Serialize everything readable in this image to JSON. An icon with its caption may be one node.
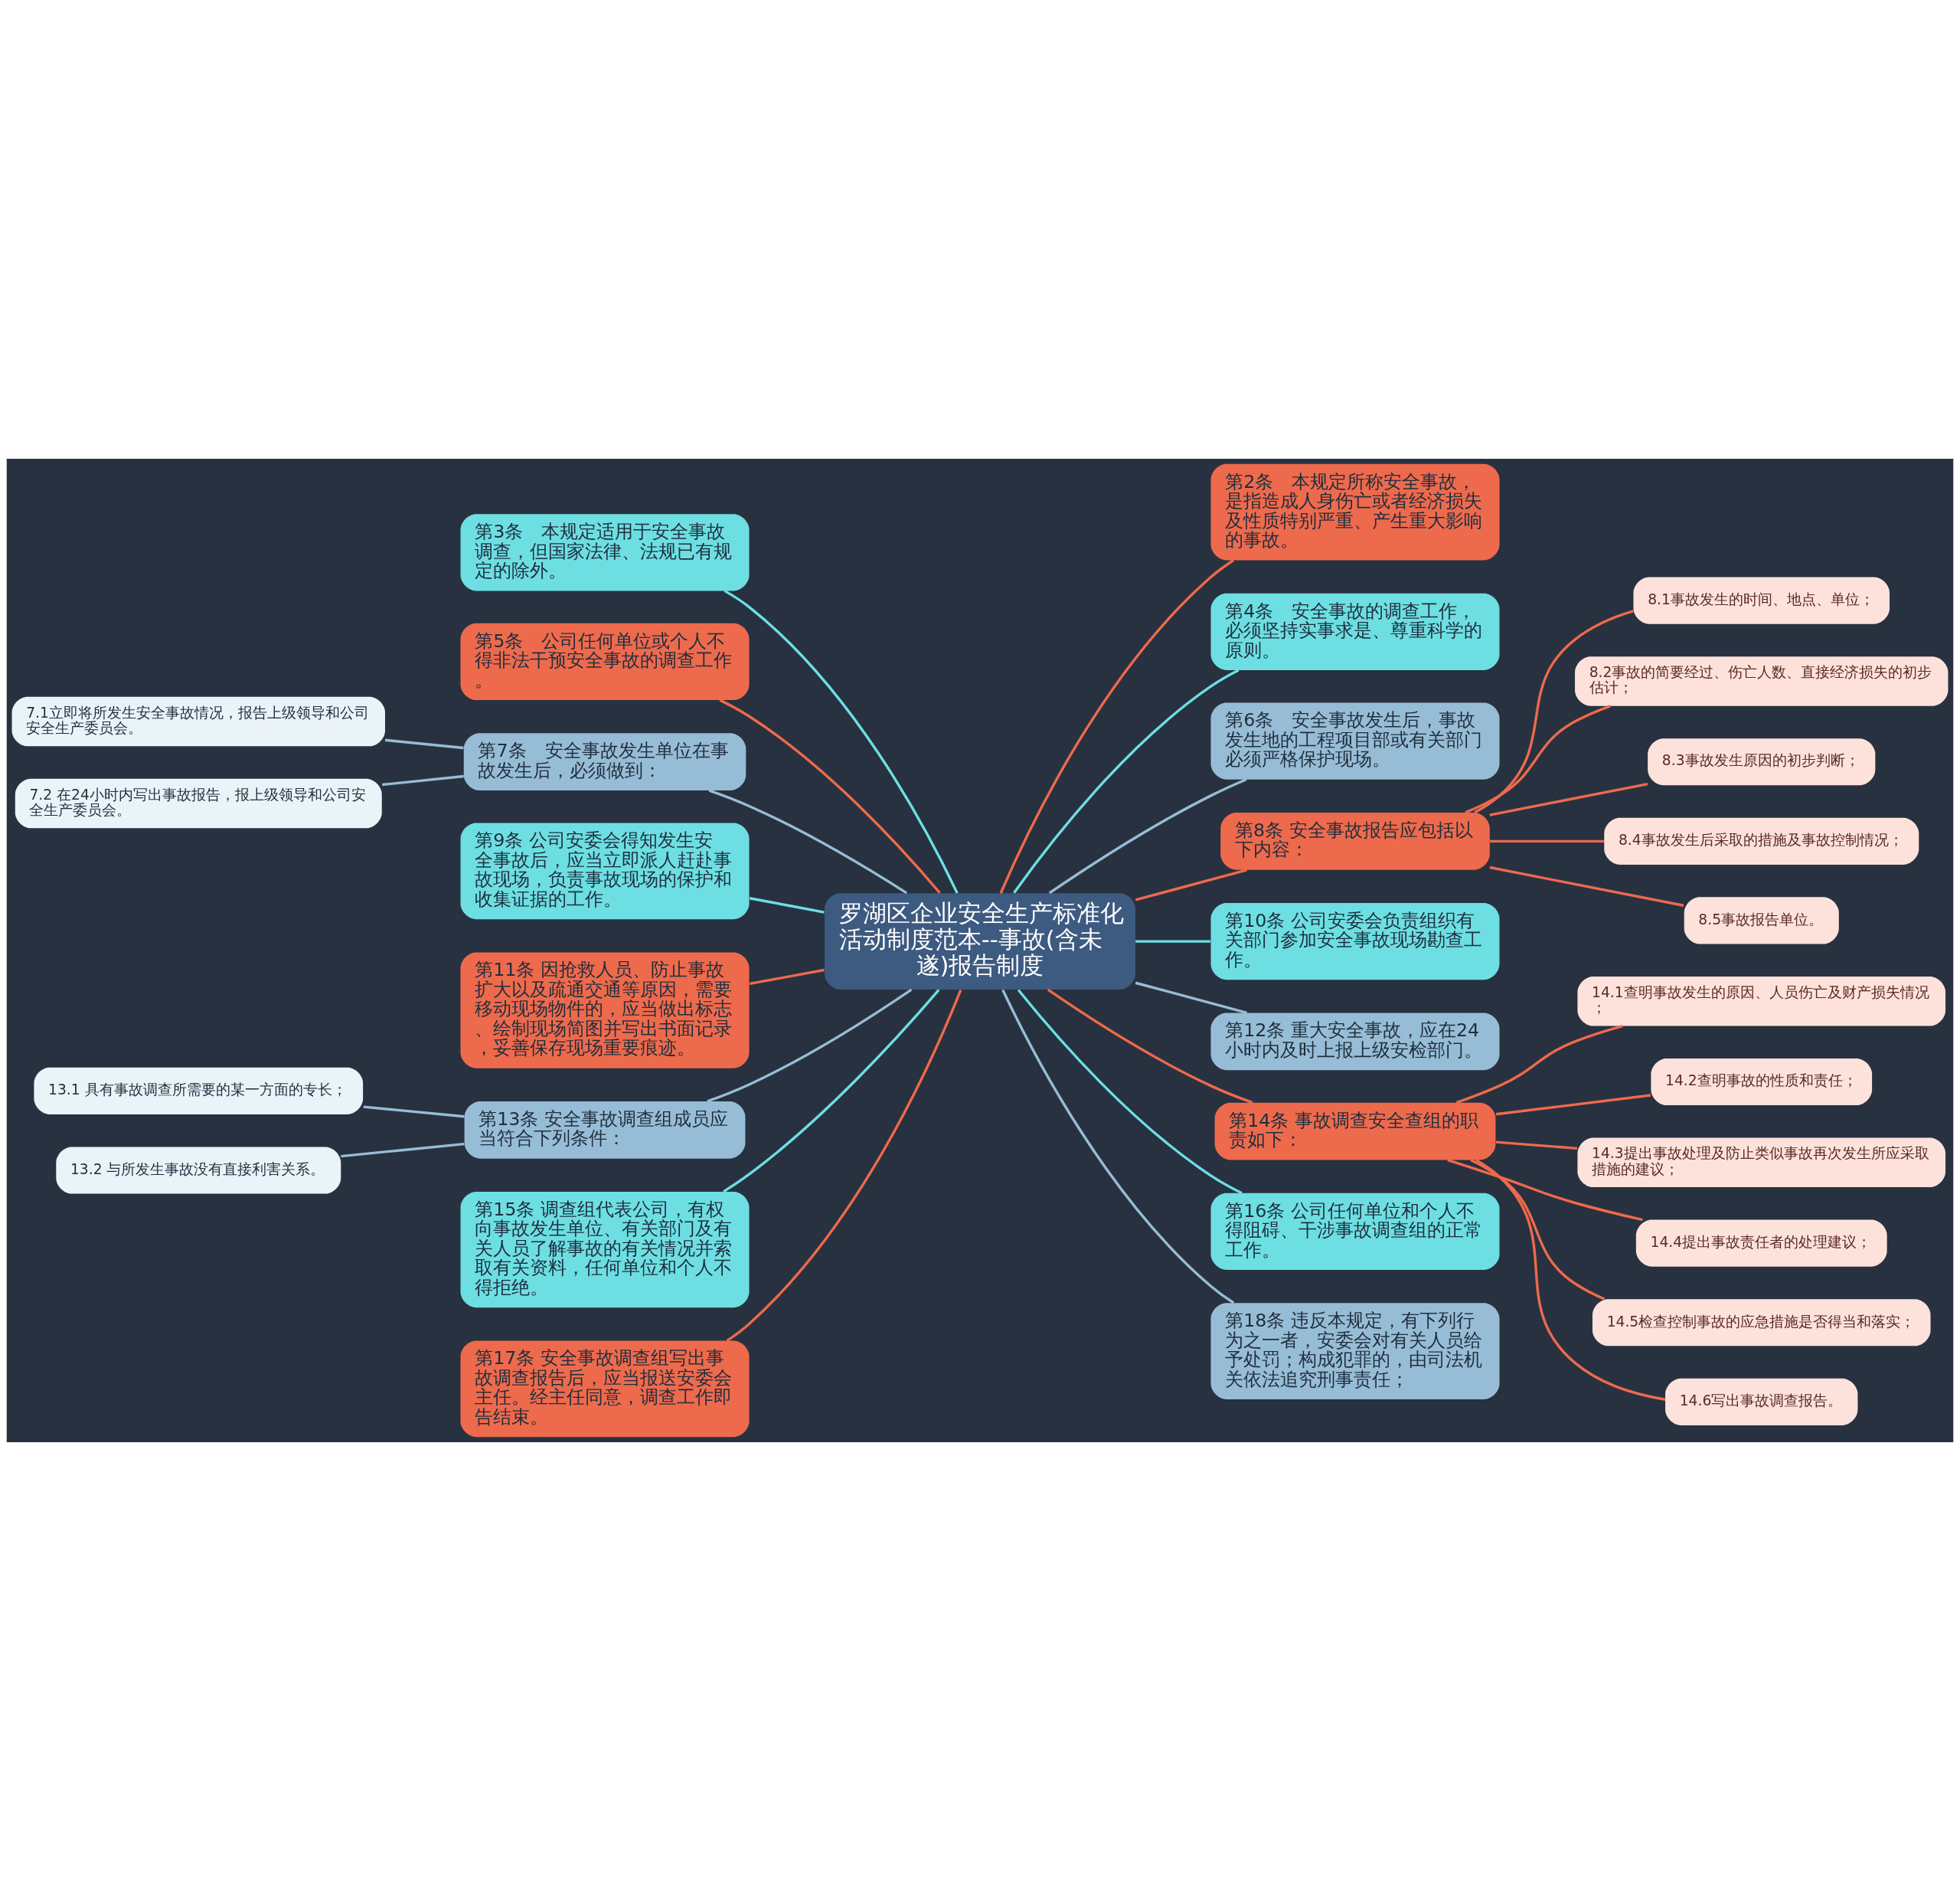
{
  "diagram": {
    "nodes": [
      {
        "text": [
          "罗湖区企业安全生产标准化活动制度范本--事故(含未遂)报告制度"
        ]
      },
      {
        "text": [
          "第3条　本规定适用于安全事故调查，但国家法律、法规已有规定的除外。"
        ]
      },
      {
        "text": [
          "第5条　公司任何单位或个人不得非法干预安全事故的调查工作。"
        ]
      },
      {
        "text": [
          "第7条　安全事故发生单位在事故发生后，必须做到："
        ]
      },
      {
        "text": [
          "7.1立即将所发生安全事故情况，报告上级领导和公司安全生产委员会。"
        ]
      },
      {
        "text": [
          "7.2 在24小时内写出事故报告，报上级领导和公司安全生产委员会。"
        ]
      },
      {
        "text": [
          "第9条 公司安委会得知发生安全事故后，应当立即派人赶赴事故现场，负责事故现场的保护和收集证据的工作。"
        ]
      },
      {
        "text": [
          "第11条 因抢救人员、防止事故扩大以及疏通交通等原因，需要移动现场物件的，应当做出标志、绘制现场简图并写出书面记录，妥善保存现场重要痕迹。"
        ]
      },
      {
        "text": [
          "第13条 安全事故调查组成员应当符合下列条件："
        ]
      },
      {
        "text": [
          "13.1 具有事故调查所需要的某一方面的专长；"
        ]
      },
      {
        "text": [
          "13.2 与所发生事故没有直接利害关系。"
        ]
      },
      {
        "text": [
          "第15条 调查组代表公司，有权向事故发生单位、有关部门及有关人员了解事故的有关情况并索取有关资料，任何单位和个人不得拒绝。"
        ]
      },
      {
        "text": [
          "第17条 安全事故调查组写出事故调查报告后，应当报送安委会主任。经主任同意，调查工作即告结束。"
        ]
      },
      {
        "text": [
          "第2条　本规定所称安全事故，是指造成人身伤亡或者经济损失及性质特别严重、产生重大影响的事故。"
        ]
      },
      {
        "text": [
          "第4条　安全事故的调查工作，必须坚持实事求是、尊重科学的原则。"
        ]
      },
      {
        "text": [
          "第6条　安全事故发生后，事故发生地的工程项目部或有关部门必须严格保护现场。"
        ]
      },
      {
        "text": [
          "第8条 安全事故报告应包括以下内容："
        ]
      },
      {
        "text": [
          "8.1事故发生的时间、地点、单位；"
        ]
      },
      {
        "text": [
          "8.2事故的简要经过、伤亡人数、直接经济损失的初步估计；"
        ]
      },
      {
        "text": [
          "8.3事故发生原因的初步判断；"
        ]
      },
      {
        "text": [
          "8.4事故发生后采取的措施及事故控制情况；"
        ]
      },
      {
        "text": [
          "8.5事故报告单位。"
        ]
      },
      {
        "text": [
          "第10条 公司安委会负责组织有关部门参加安全事故现场勘查工作。"
        ]
      },
      {
        "text": [
          "第12条 重大安全事故，应在24小时内及时上报上级安检部门。"
        ]
      },
      {
        "text": [
          "第14条 事故调查安全查组的职责如下："
        ]
      },
      {
        "text": [
          "14.1查明事故发生的原因、人员伤亡及财产损失情况；"
        ]
      },
      {
        "text": [
          "14.2查明事故的性质和责任；"
        ]
      },
      {
        "text": [
          "14.3提出事故处理及防止类似事故再次发生所应采取措施的建议；"
        ]
      },
      {
        "text": [
          "14.4提出事故责任者的处理建议；"
        ]
      },
      {
        "text": [
          "14.5检查控制事故的应急措施是否得当和落实；"
        ]
      },
      {
        "text": [
          "14.6写出事故调查报告。"
        ]
      },
      {
        "text": [
          "第16条 公司任何单位和个人不得阻碍、干涉事故调查组的正常工作。"
        ]
      },
      {
        "text": [
          "第18条 违反本规定，有下列行为之一者，安委会对有关人员给予处罚；构成犯罪的，由司法机关依法追究刑事责任；"
        ]
      }
    ],
    "edges": [
      {
        "from": 0,
        "to": 1,
        "arrow": "none",
        "color": "#6ddfe3"
      },
      {
        "from": 0,
        "to": 2,
        "arrow": "none"
      },
      {
        "from": 0,
        "to": 3,
        "arrow": "none",
        "color": "#97bdd6"
      },
      {
        "from": 3,
        "to": 4,
        "arrow": "none",
        "color": "#97bdd6"
      },
      {
        "from": 3,
        "to": 5,
        "arrow": "none",
        "color": "#97bdd6"
      },
      {
        "from": 0,
        "to": 6,
        "arrow": "none",
        "color": "#6ddfe3"
      },
      {
        "from": 0,
        "to": 7,
        "arrow": "none"
      },
      {
        "from": 0,
        "to": 8,
        "arrow": "none",
        "color": "#97bdd6"
      },
      {
        "from": 8,
        "to": 9,
        "arrow": "none",
        "color": "#97bdd6"
      },
      {
        "from": 8,
        "to": 10,
        "arrow": "none",
        "color": "#97bdd6"
      },
      {
        "from": 0,
        "to": 11,
        "arrow": "none",
        "color": "#6ddfe3"
      },
      {
        "from": 0,
        "to": 12,
        "arrow": "none"
      },
      {
        "from": 0,
        "to": 13,
        "arrow": "none"
      },
      {
        "from": 0,
        "to": 14,
        "arrow": "none",
        "color": "#6ddfe3"
      },
      {
        "from": 0,
        "to": 15,
        "arrow": "none",
        "color": "#97bdd6"
      },
      {
        "from": 0,
        "to": 16,
        "arrow": "none"
      },
      {
        "from": 16,
        "to": 17,
        "arrow": "none"
      },
      {
        "from": 16,
        "to": 18,
        "arrow": "none"
      },
      {
        "from": 16,
        "to": 19,
        "arrow": "none"
      },
      {
        "from": 16,
        "to": 20,
        "arrow": "none"
      },
      {
        "from": 16,
        "to": 21,
        "arrow": "none"
      },
      {
        "from": 0,
        "to": 22,
        "arrow": "none",
        "color": "#6ddfe3"
      },
      {
        "from": 0,
        "to": 23,
        "arrow": "none",
        "color": "#97bdd6"
      },
      {
        "from": 0,
        "to": 24,
        "arrow": "none"
      },
      {
        "from": 24,
        "to": 25,
        "arrow": "none"
      },
      {
        "from": 24,
        "to": 26,
        "arrow": "none"
      },
      {
        "from": 24,
        "to": 27,
        "arrow": "none"
      },
      {
        "from": 24,
        "to": 28,
        "arrow": "none"
      },
      {
        "from": 24,
        "to": 29,
        "arrow": "none"
      },
      {
        "from": 24,
        "to": 30,
        "arrow": "none"
      },
      {
        "from": 0,
        "to": 31,
        "arrow": "none",
        "color": "#6ddfe3"
      },
      {
        "from": 0,
        "to": 32,
        "arrow": "none",
        "color": "#97bdd6"
      }
    ]
  }
}
